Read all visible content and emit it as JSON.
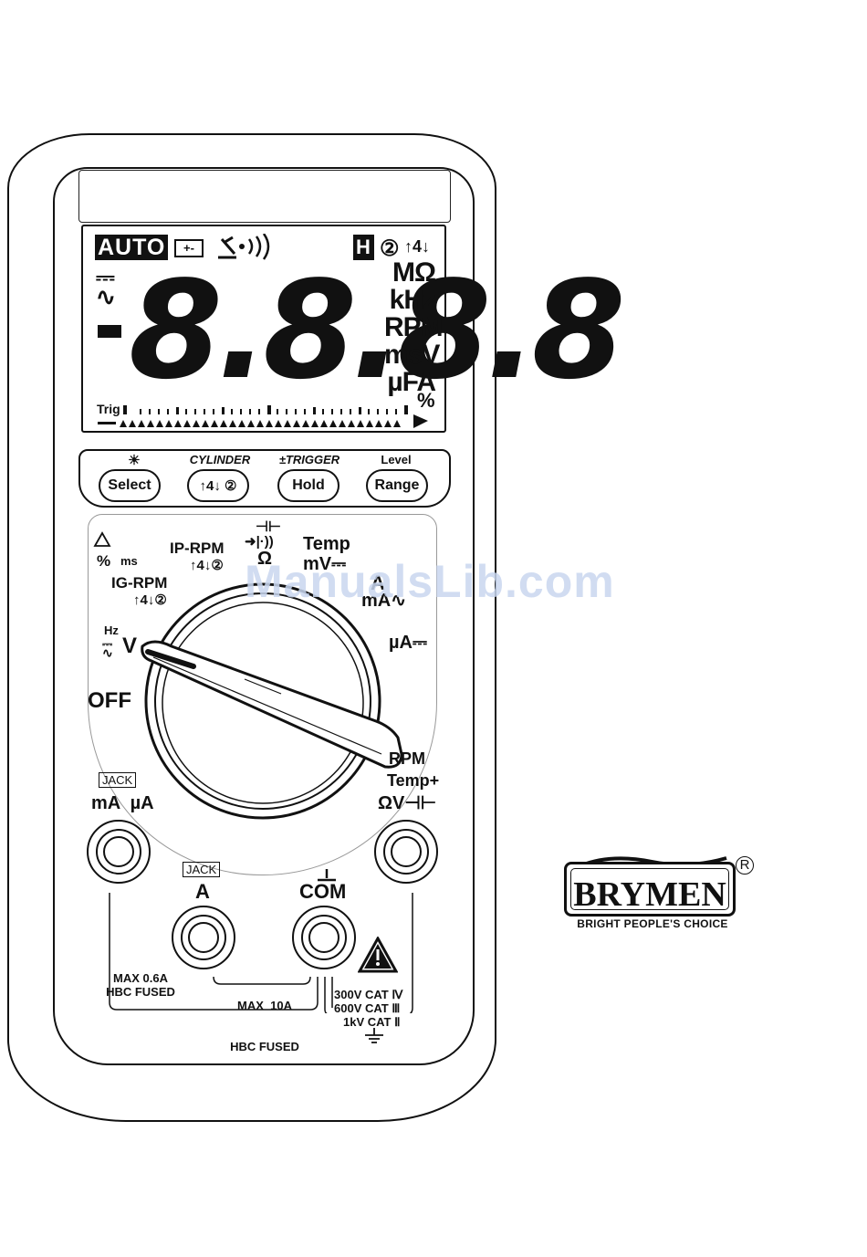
{
  "lcd": {
    "auto": "AUTO",
    "battery": "+-",
    "hold_flag": "H",
    "cyl2": "②",
    "cyl4": "↑4↓",
    "dc_ac": "⎓\n∿",
    "minus": "-",
    "digits": "8.8.8.8",
    "units": [
      "MΩ",
      "kHz",
      "RPM",
      "msV",
      "µFA",
      "%"
    ],
    "trig": "Trig"
  },
  "buttons": {
    "backlight_symbol": "☀",
    "select": "Select",
    "cylinder_label": "CYLINDER",
    "cylinder_button": "↑4↓ ②",
    "trigger_label": "±TRIGGER",
    "hold": "Hold",
    "level_label": "Level",
    "range": "Range"
  },
  "dial": {
    "pct": "%",
    "ms": "ms",
    "ig_rpm": "IG-RPM",
    "ig_rpm_cyl": "↑4↓②",
    "ip_rpm": "IP-RPM",
    "ip_rpm_cyl": "↑4↓②",
    "capacitor": "⊣⊢",
    "diode": "➜|·))",
    "ohm": "Ω",
    "temp": "Temp",
    "mv": "mV⎓",
    "a": "A",
    "ma": "mA∿",
    "hz": "Hz",
    "v": "V",
    "ua": "µA⎓",
    "off": "OFF"
  },
  "terminals": {
    "jack_left_box": "JACK",
    "ma_ua": "mA  µA",
    "jack_a_box": "JACK",
    "a": "A",
    "com": "COM",
    "rpm": "RPM",
    "temp_plus": "Temp+",
    "ohm_v_cap": "ΩV⊣⊢"
  },
  "specs": {
    "left_line1": "MAX 0.6A",
    "left_line2": "HBC FUSED",
    "mid_line1": "MAX  10A",
    "mid_line2": "HBC FUSED",
    "cat1": "300V CAT Ⅳ",
    "cat2": "600V CAT Ⅲ",
    "cat3": "1kV CAT Ⅱ"
  },
  "watermark": "ManualsLib.com",
  "brand": {
    "name": "BRYMEN",
    "tagline": "BRIGHT PEOPLE'S CHOICE",
    "registered": "R"
  }
}
